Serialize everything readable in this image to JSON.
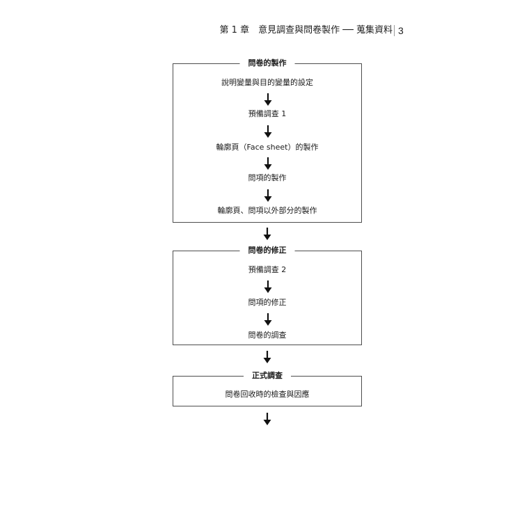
{
  "header": {
    "chapter_text": "第 1 章　意見調查與問卷製作 ── 蒐集資料",
    "page_number": "3"
  },
  "sections": [
    {
      "title": "問卷的製作",
      "steps": [
        "說明變量與目的變量的設定",
        "預備調查 1",
        "輪廓頁（Face sheet）的製作",
        "問項的製作",
        "輪廓頁、問項以外部分的製作"
      ]
    },
    {
      "title": "問卷的修正",
      "steps": [
        "預備調查 2",
        "問項的修正",
        "問卷的調查"
      ]
    },
    {
      "title": "正式調查",
      "steps": [
        "問卷回收時的檢查與因應"
      ]
    }
  ],
  "icons": {
    "arrow": "down-arrow-icon"
  }
}
